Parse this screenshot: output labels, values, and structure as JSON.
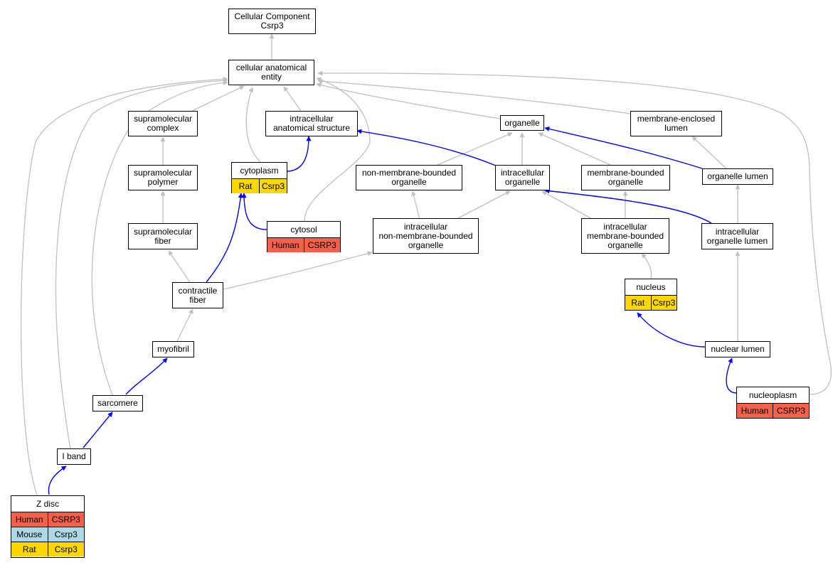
{
  "colors": {
    "is_a_edge": "#c0c0c0",
    "part_of_edge": "#0000ff",
    "human": "#f4614a",
    "mouse": "#add8e6",
    "rat": "#ffd700",
    "node_border": "#000000",
    "node_fill": "#ffffff"
  },
  "nodes": {
    "root": {
      "line1": "Cellular Component",
      "line2": "Csrp3"
    },
    "cae": {
      "line1": "cellular anatomical",
      "line2": "entity"
    },
    "smc": {
      "line1": "supramolecular",
      "line2": "complex"
    },
    "ias": {
      "line1": "intracellular",
      "line2": "anatomical structure"
    },
    "organelle": {
      "line1": "organelle"
    },
    "mel": {
      "line1": "membrane-enclosed",
      "line2": "lumen"
    },
    "smp": {
      "line1": "supramolecular",
      "line2": "polymer"
    },
    "cytoplasm": {
      "name": "cytoplasm",
      "rows": [
        {
          "species": "Rat",
          "gene": "Csrp3"
        }
      ]
    },
    "nmbo": {
      "line1": "non-membrane-bounded",
      "line2": "organelle"
    },
    "io": {
      "line1": "intracellular",
      "line2": "organelle"
    },
    "mbo": {
      "line1": "membrane-bounded",
      "line2": "organelle"
    },
    "ol": {
      "line1": "organelle lumen"
    },
    "smf": {
      "line1": "supramolecular",
      "line2": "fiber"
    },
    "cytosol": {
      "name": "cytosol",
      "rows": [
        {
          "species": "Human",
          "gene": "CSRP3"
        }
      ]
    },
    "inmbo": {
      "line1": "intracellular",
      "line2": "non-membrane-bounded",
      "line3": "organelle"
    },
    "imbo": {
      "line1": "intracellular",
      "line2": "membrane-bounded",
      "line3": "organelle"
    },
    "iol": {
      "line1": "intracellular",
      "line2": "organelle lumen"
    },
    "cf": {
      "line1": "contractile",
      "line2": "fiber"
    },
    "nucleus": {
      "name": "nucleus",
      "rows": [
        {
          "species": "Rat",
          "gene": "Csrp3"
        }
      ]
    },
    "myofibril": {
      "line1": "myofibril"
    },
    "nl": {
      "line1": "nuclear lumen"
    },
    "sarcomere": {
      "line1": "sarcomere"
    },
    "np": {
      "name": "nucleoplasm",
      "rows": [
        {
          "species": "Human",
          "gene": "CSRP3"
        }
      ]
    },
    "iband": {
      "line1": "I band"
    },
    "zdisc": {
      "name": "Z disc",
      "rows": [
        {
          "species": "Human",
          "gene": "CSRP3"
        },
        {
          "species": "Mouse",
          "gene": "Csrp3"
        },
        {
          "species": "Rat",
          "gene": "Csrp3"
        }
      ]
    }
  }
}
